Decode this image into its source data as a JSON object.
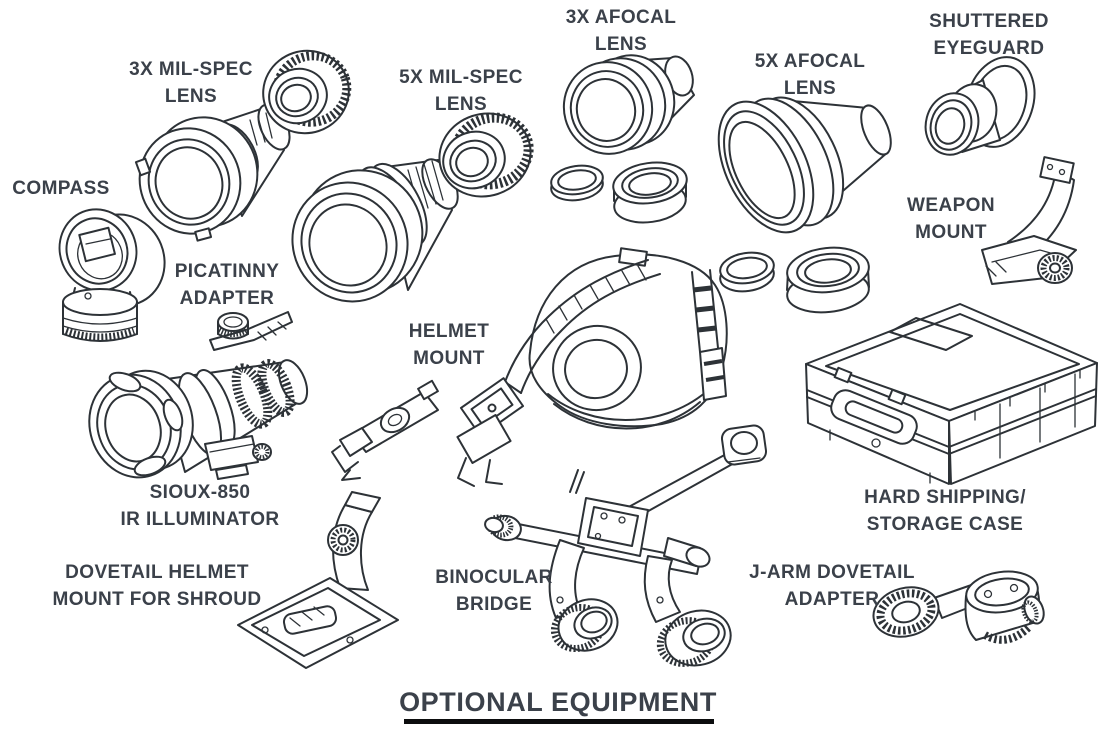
{
  "page": {
    "colors": {
      "background": "#ffffff",
      "text": "#3b414a",
      "line": "#2d3237",
      "underline": "#0c0d0e"
    }
  },
  "diagram": {
    "title": "OPTIONAL EQUIPMENT",
    "items": [
      {
        "name": "3x-mil-spec-lens",
        "label": "3X MIL-SPEC\nLENS",
        "illustration": "3x-mil-spec-lens-drawing"
      },
      {
        "name": "5x-mil-spec-lens",
        "label": "5X MIL-SPEC\nLENS",
        "illustration": "5x-mil-spec-lens-drawing"
      },
      {
        "name": "3x-afocal-lens",
        "label": "3X AFOCAL\nLENS",
        "illustration": "3x-afocal-lens-drawing"
      },
      {
        "name": "5x-afocal-lens",
        "label": "5X AFOCAL\nLENS",
        "illustration": "5x-afocal-lens-drawing"
      },
      {
        "name": "shuttered-eyeguard",
        "label": "SHUTTERED\nEYEGUARD",
        "illustration": "shuttered-eyeguard-drawing"
      },
      {
        "name": "compass",
        "label": "COMPASS",
        "illustration": "compass-drawing"
      },
      {
        "name": "picatinny-adapter",
        "label": "PICATINNY\nADAPTER",
        "illustration": "picatinny-adapter-drawing"
      },
      {
        "name": "weapon-mount",
        "label": "WEAPON\nMOUNT",
        "illustration": "weapon-mount-drawing"
      },
      {
        "name": "helmet-mount",
        "label": "HELMET\nMOUNT",
        "illustration": "helmet-mount-drawing"
      },
      {
        "name": "sioux-850-ir-illuminator",
        "label": "SIOUX-850\nIR ILLUMINATOR",
        "illustration": "sioux-850-ir-illuminator-drawing"
      },
      {
        "name": "dovetail-helmet-mount-for-shroud",
        "label": "DOVETAIL HELMET\nMOUNT FOR SHROUD",
        "illustration": "dovetail-helmet-mount-drawing"
      },
      {
        "name": "binocular-bridge",
        "label": "BINOCULAR\nBRIDGE",
        "illustration": "binocular-bridge-drawing"
      },
      {
        "name": "hard-shipping-storage-case",
        "label": "HARD SHIPPING/\nSTORAGE CASE",
        "illustration": "hard-shipping-storage-case-drawing"
      },
      {
        "name": "j-arm-dovetail-adapter",
        "label": "J-ARM DOVETAIL\nADAPTER",
        "illustration": "j-arm-dovetail-adapter-drawing"
      }
    ]
  }
}
